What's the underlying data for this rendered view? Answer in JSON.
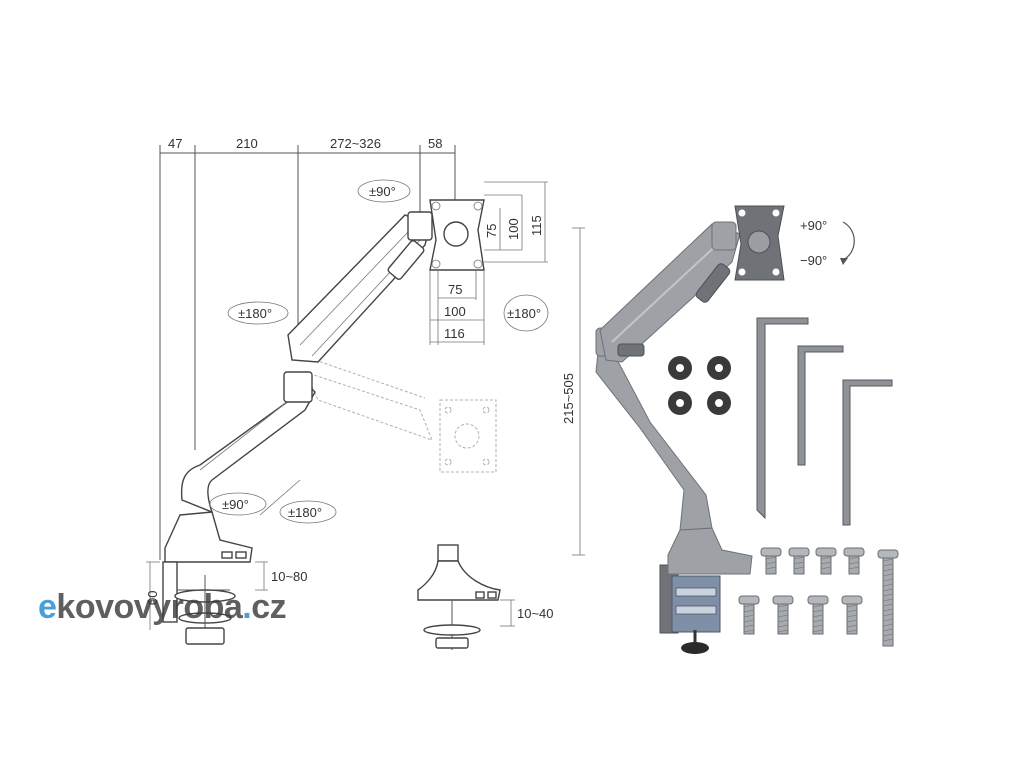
{
  "dimensions": {
    "top": [
      "47",
      "210",
      "272~326",
      "58"
    ],
    "vesa_vertical": [
      "75",
      "100",
      "115"
    ],
    "vesa_horizontal": [
      "75",
      "100",
      "116"
    ],
    "height_range": "215~505",
    "clamp_range_left": "10~80",
    "clamp_range_center": "10~40",
    "partial_left": "00"
  },
  "rotations": {
    "tilt_top": "±90°",
    "pan_mid": "±180°",
    "rotate_right": "±180°",
    "base_left": "±90°",
    "base_right": "±180°"
  },
  "product": {
    "tilt_up": "+90°",
    "tilt_down": "−90°"
  },
  "watermark": {
    "e": "e",
    "body": "kovovyroba",
    "dot": ".",
    "tld": "cz"
  },
  "colors": {
    "accent_blue": "#4a9fd8",
    "metal": "#9ea2a6"
  }
}
